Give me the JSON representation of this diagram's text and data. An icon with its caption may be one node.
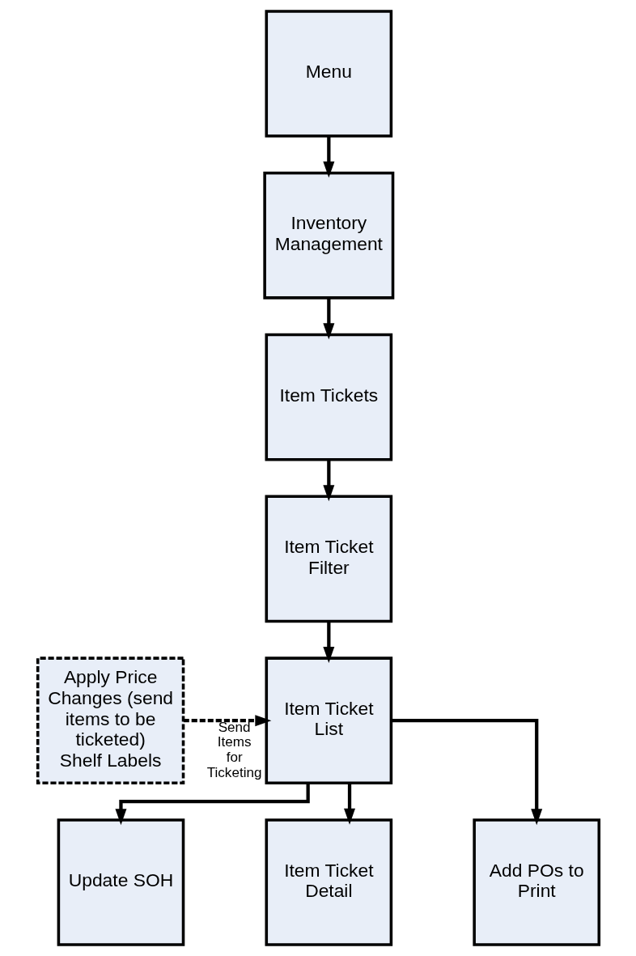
{
  "diagram": {
    "nodes": [
      {
        "text": [
          "Menu"
        ]
      },
      {
        "text": [
          "Inventory Management"
        ]
      },
      {
        "text": [
          "Item Tickets"
        ]
      },
      {
        "text": [
          "Item Ticket Filter"
        ]
      },
      {
        "text": [
          "Apply Price Changes (send items to be ticketed) Shelf Labels"
        ]
      },
      {
        "text": [
          "Item Ticket List"
        ]
      },
      {
        "text": [
          "Update SOH"
        ]
      },
      {
        "text": [
          "Item Ticket Detail"
        ]
      },
      {
        "text": [
          "Add POs to Print"
        ]
      }
    ],
    "edges": [
      {
        "from": 0,
        "to": 1,
        "arrow": "to"
      },
      {
        "from": 1,
        "to": 2,
        "arrow": "to"
      },
      {
        "from": 2,
        "to": 3,
        "arrow": "to"
      },
      {
        "from": 3,
        "to": 5,
        "arrow": "to"
      },
      {
        "from": 4,
        "to": 5,
        "arrow": "to",
        "style": "dashed",
        "label": "Send Items for Ticketing"
      },
      {
        "from": 5,
        "to": 6,
        "arrow": "to"
      },
      {
        "from": 5,
        "to": 7,
        "arrow": "to"
      },
      {
        "from": 5,
        "to": 8,
        "arrow": "to"
      }
    ]
  }
}
